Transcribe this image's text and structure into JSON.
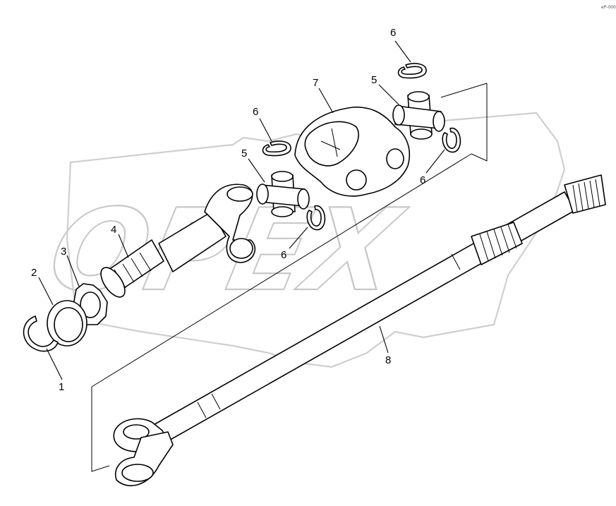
{
  "watermark": {
    "text": "OPEX"
  },
  "corner_mark": {
    "text": "eP-000"
  },
  "callouts": [
    {
      "id": "callout-1",
      "label": "1"
    },
    {
      "id": "callout-2",
      "label": "2"
    },
    {
      "id": "callout-3",
      "label": "3"
    },
    {
      "id": "callout-4",
      "label": "4"
    },
    {
      "id": "callout-5-lower",
      "label": "5"
    },
    {
      "id": "callout-5-upper",
      "label": "5"
    },
    {
      "id": "callout-6-top",
      "label": "6"
    },
    {
      "id": "callout-6-mid",
      "label": "6"
    },
    {
      "id": "callout-6-lower",
      "label": "6"
    },
    {
      "id": "callout-6-right",
      "label": "6"
    },
    {
      "id": "callout-7",
      "label": "7"
    },
    {
      "id": "callout-8",
      "label": "8"
    }
  ]
}
